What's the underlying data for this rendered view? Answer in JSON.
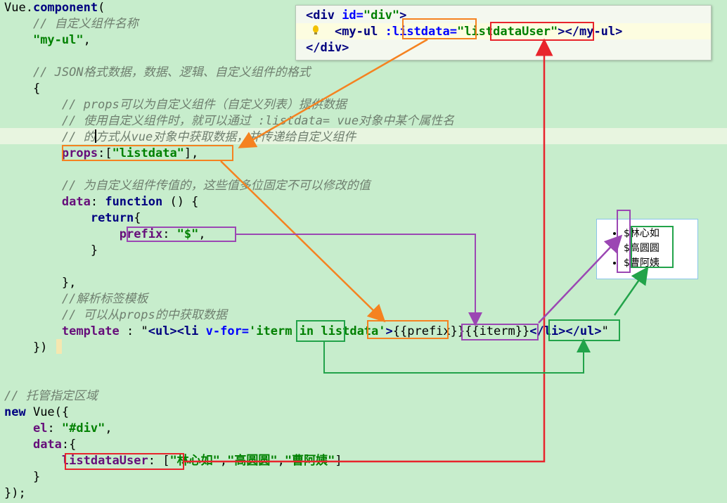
{
  "code_lines": [
    {
      "id": "l1",
      "parts": [
        {
          "c": "plain",
          "t": "Vue."
        },
        {
          "c": "fn",
          "t": "component"
        },
        {
          "c": "plain",
          "t": "("
        }
      ]
    },
    {
      "id": "l2",
      "parts": [
        {
          "c": "cm",
          "t": "    // 自定义组件名称"
        }
      ]
    },
    {
      "id": "l3",
      "parts": [
        {
          "c": "plain",
          "t": "    "
        },
        {
          "c": "str",
          "t": "\"my-ul\""
        },
        {
          "c": "plain",
          "t": ","
        }
      ]
    },
    {
      "id": "l4",
      "parts": [
        {
          "c": "plain",
          "t": ""
        }
      ]
    },
    {
      "id": "l5",
      "parts": [
        {
          "c": "cm",
          "t": "    // JSON格式数据，数据、逻辑、自定义组件的格式"
        }
      ]
    },
    {
      "id": "l6",
      "parts": [
        {
          "c": "plain",
          "t": "    {"
        }
      ]
    },
    {
      "id": "l7",
      "parts": [
        {
          "c": "cm",
          "t": "        // props可以为自定义组件（自定义列表）提供数据"
        }
      ]
    },
    {
      "id": "l8",
      "parts": [
        {
          "c": "cm",
          "t": "        // 使用自定义组件时，就可以通过 :listdata= vue对象中某个属性名"
        }
      ]
    },
    {
      "id": "l9",
      "parts": [
        {
          "c": "cm",
          "t": "        // 的方式从vue对象中获取数据，并传递给自定义组件"
        }
      ]
    },
    {
      "id": "l10",
      "parts": [
        {
          "c": "plain",
          "t": "        "
        },
        {
          "c": "prop",
          "t": "props"
        },
        {
          "c": "plain",
          "t": ":["
        },
        {
          "c": "str",
          "t": "\"listdata\""
        },
        {
          "c": "plain",
          "t": "],"
        }
      ]
    },
    {
      "id": "l11",
      "parts": [
        {
          "c": "plain",
          "t": ""
        }
      ]
    },
    {
      "id": "l12",
      "parts": [
        {
          "c": "cm",
          "t": "        // 为自定义组件传值的，这些值多位固定不可以修改的值"
        }
      ]
    },
    {
      "id": "l13",
      "parts": [
        {
          "c": "plain",
          "t": "        "
        },
        {
          "c": "prop",
          "t": "data"
        },
        {
          "c": "plain",
          "t": ": "
        },
        {
          "c": "kw",
          "t": "function"
        },
        {
          "c": "plain",
          "t": " () {"
        }
      ]
    },
    {
      "id": "l14",
      "parts": [
        {
          "c": "plain",
          "t": "            "
        },
        {
          "c": "kw",
          "t": "return"
        },
        {
          "c": "plain",
          "t": "{"
        }
      ]
    },
    {
      "id": "l15",
      "parts": [
        {
          "c": "plain",
          "t": "                "
        },
        {
          "c": "prop",
          "t": "prefix"
        },
        {
          "c": "plain",
          "t": ": "
        },
        {
          "c": "str",
          "t": "\"$\""
        },
        {
          "c": "plain",
          "t": ","
        }
      ]
    },
    {
      "id": "l16",
      "parts": [
        {
          "c": "plain",
          "t": "            }"
        }
      ]
    },
    {
      "id": "l17",
      "parts": [
        {
          "c": "plain",
          "t": ""
        }
      ]
    },
    {
      "id": "l18",
      "parts": [
        {
          "c": "plain",
          "t": "        },"
        }
      ]
    },
    {
      "id": "l19",
      "parts": [
        {
          "c": "cm",
          "t": "        //解析标签模板"
        }
      ]
    },
    {
      "id": "l20",
      "parts": [
        {
          "c": "cm",
          "t": "        // 可以从props的中获取数据"
        }
      ]
    },
    {
      "id": "l21",
      "parts": [
        {
          "c": "plain",
          "t": "        "
        },
        {
          "c": "prop",
          "t": "template"
        },
        {
          "c": "plain",
          "t": " : \""
        },
        {
          "c": "tag",
          "t": "<ul><li "
        },
        {
          "c": "attr",
          "t": "v-for="
        },
        {
          "c": "str",
          "t": "'iterm in listdata'"
        },
        {
          "c": "tag",
          "t": ">"
        },
        {
          "c": "plain",
          "t": "{{prefix}}{{iterm}}"
        },
        {
          "c": "tag",
          "t": "</li></ul>"
        },
        {
          "c": "plain",
          "t": "\""
        }
      ]
    },
    {
      "id": "l22",
      "parts": [
        {
          "c": "plain",
          "t": "    })"
        }
      ]
    },
    {
      "id": "l23",
      "parts": [
        {
          "c": "plain",
          "t": ""
        }
      ]
    },
    {
      "id": "l24",
      "parts": [
        {
          "c": "plain",
          "t": ""
        }
      ]
    },
    {
      "id": "l25",
      "parts": [
        {
          "c": "cm",
          "t": "// 托管指定区域"
        }
      ]
    },
    {
      "id": "l26",
      "parts": [
        {
          "c": "kw",
          "t": "new"
        },
        {
          "c": "plain",
          "t": " Vue({"
        }
      ]
    },
    {
      "id": "l27",
      "parts": [
        {
          "c": "plain",
          "t": "    "
        },
        {
          "c": "prop",
          "t": "el"
        },
        {
          "c": "plain",
          "t": ": "
        },
        {
          "c": "str",
          "t": "\"#div\""
        },
        {
          "c": "plain",
          "t": ","
        }
      ]
    },
    {
      "id": "l28",
      "parts": [
        {
          "c": "plain",
          "t": "    "
        },
        {
          "c": "prop",
          "t": "data"
        },
        {
          "c": "plain",
          "t": ":{"
        }
      ]
    },
    {
      "id": "l29",
      "parts": [
        {
          "c": "plain",
          "t": "        "
        },
        {
          "c": "prop",
          "t": "listdataUser"
        },
        {
          "c": "plain",
          "t": ": ["
        },
        {
          "c": "str",
          "t": "\"林心如\""
        },
        {
          "c": "plain",
          "t": ","
        },
        {
          "c": "str",
          "t": "\"高圆圆\""
        },
        {
          "c": "plain",
          "t": ","
        },
        {
          "c": "str",
          "t": "\"曹阿姨\""
        },
        {
          "c": "plain",
          "t": "]"
        }
      ]
    },
    {
      "id": "l30",
      "parts": [
        {
          "c": "plain",
          "t": "    }"
        }
      ]
    },
    {
      "id": "l31",
      "parts": [
        {
          "c": "plain",
          "t": "});"
        }
      ]
    }
  ],
  "popup_lines": [
    {
      "id": "p1",
      "parts": [
        {
          "c": "tag",
          "t": "<div "
        },
        {
          "c": "attr",
          "t": "id="
        },
        {
          "c": "str",
          "t": "\"div\""
        },
        {
          "c": "tag",
          "t": ">"
        }
      ]
    },
    {
      "id": "p2",
      "parts": [
        {
          "c": "plain",
          "t": "    "
        },
        {
          "c": "tag",
          "t": "<my-ul "
        },
        {
          "c": "attr",
          "t": ":listdata="
        },
        {
          "c": "str",
          "t": "\"listdataUser\""
        },
        {
          "c": "tag",
          "t": "></my-ul>"
        }
      ]
    },
    {
      "id": "p3",
      "parts": [
        {
          "c": "tag",
          "t": "</div>"
        }
      ]
    }
  ],
  "rendered_list": {
    "prefix": "$",
    "items": [
      "林心如",
      "高圆圆",
      "曹阿姨"
    ]
  },
  "colors": {
    "background": "#c7edcc",
    "orange": "#f58220",
    "red": "#e8242c",
    "green": "#22a34a",
    "purple": "#9b47b3"
  }
}
